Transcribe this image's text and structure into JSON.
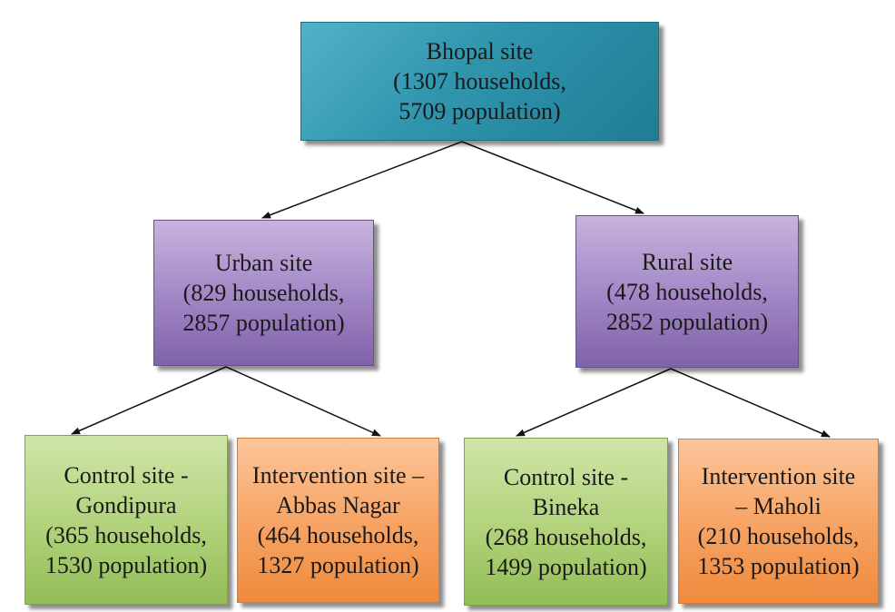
{
  "root": {
    "lines": [
      "Bhopal site",
      "(1307 households,",
      "5709 population)"
    ]
  },
  "urban": {
    "lines": [
      "Urban site",
      "(829 households,",
      "2857 population)"
    ],
    "control": {
      "lines": [
        "Control site -",
        "Gondipura",
        "(365 households,",
        "1530 population)"
      ]
    },
    "intervention": {
      "lines": [
        "Intervention site –",
        "Abbas Nagar",
        "(464 households,",
        "1327 population)"
      ]
    }
  },
  "rural": {
    "lines": [
      "Rural site",
      "(478 households,",
      "2852 population)"
    ],
    "control": {
      "lines": [
        "Control site -",
        "Bineka",
        "(268 households,",
        "1499 population)"
      ]
    },
    "intervention": {
      "lines": [
        "Intervention site",
        "– Maholi",
        "(210 households,",
        "1353 population)"
      ]
    }
  },
  "colors": {
    "root_fill": "#2f95ad",
    "site_fill": "#a489c7",
    "control_fill": "#b4d47f",
    "intervention_fill": "#f7a566",
    "connector": "#111111"
  }
}
